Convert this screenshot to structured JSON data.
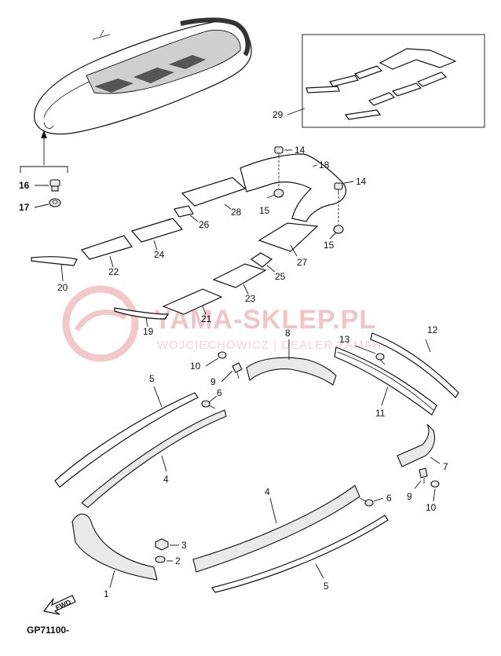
{
  "watermark": {
    "title": "YAMA-SKLEP.PL",
    "subtitle": "WOJCIECHOWICZ | DEALER YAMAHA"
  },
  "diagram_code": "GP71100-",
  "fwd_label": "FWD",
  "callouts": {
    "c1": "1",
    "c2": "2",
    "c3": "3",
    "c4a": "4",
    "c4b": "4",
    "c5a": "5",
    "c5b": "5",
    "c6a": "6",
    "c6b": "6",
    "c7": "7",
    "c8": "8",
    "c9a": "9",
    "c9b": "9",
    "c10a": "10",
    "c10b": "10",
    "c11": "11",
    "c12": "12",
    "c13": "13",
    "c14a": "14",
    "c14b": "14",
    "c15a": "15",
    "c15b": "15",
    "c16": "16",
    "c17": "17",
    "c18": "18",
    "c19": "19",
    "c20": "20",
    "c21": "21",
    "c22": "22",
    "c23": "23",
    "c24": "24",
    "c25": "25",
    "c26": "26",
    "c27": "27",
    "c28": "28",
    "c29": "29"
  }
}
